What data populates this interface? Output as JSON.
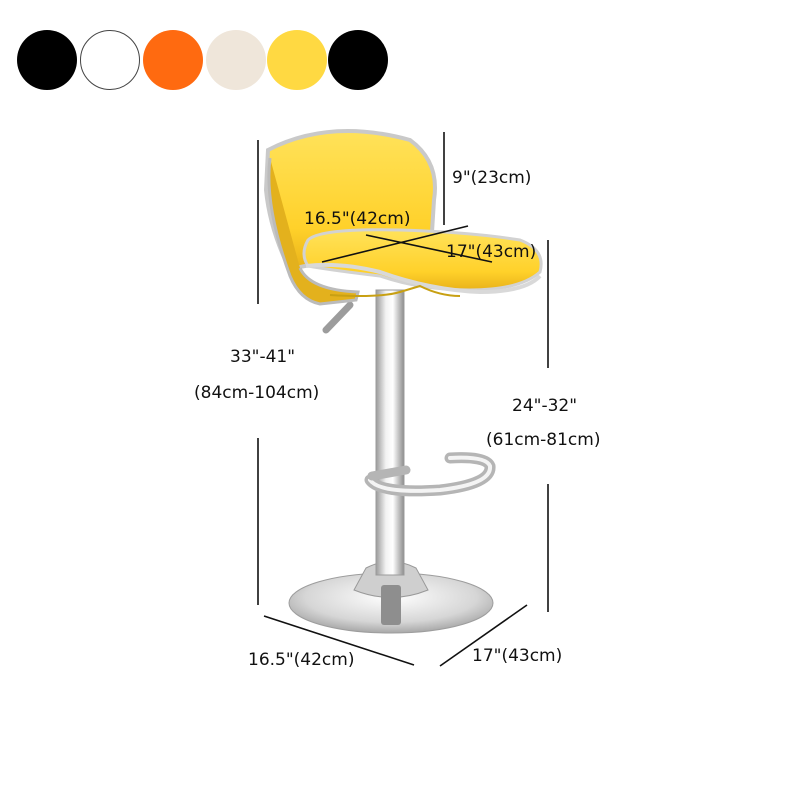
{
  "swatches": [
    {
      "name": "black",
      "color": "#000000"
    },
    {
      "name": "white",
      "color": "#ffffff"
    },
    {
      "name": "orange",
      "color": "#ff6a10"
    },
    {
      "name": "beige",
      "color": "#efe6da"
    },
    {
      "name": "yellow",
      "color": "#ffd942"
    },
    {
      "name": "black-2",
      "color": "#000000"
    }
  ],
  "dimensions": {
    "back_height": "9\"(23cm)",
    "seat_width": "16.5\"(42cm)",
    "seat_depth": "17\"(43cm)",
    "total_height_in": "33\"-41\"",
    "total_height_cm": "(84cm-104cm)",
    "seat_height_in": "24\"-32\"",
    "seat_height_cm": "(61cm-81cm)",
    "base_width": "16.5\"(42cm)",
    "base_depth": "17\"(43cm)"
  },
  "colors": {
    "seat_yellow": "#ffd630",
    "seat_shadow": "#d9a80d",
    "chrome": "#c8c8c8",
    "chrome_dark": "#8a8a8a"
  }
}
